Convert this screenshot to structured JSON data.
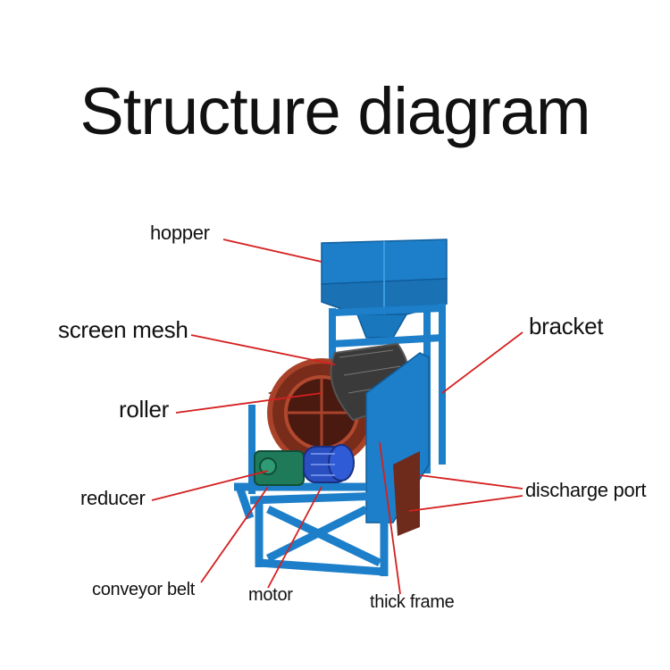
{
  "title": "Structure diagram",
  "labels": {
    "hopper": "hopper",
    "screen_mesh": "screen mesh",
    "roller": "roller",
    "reducer": "reducer",
    "conveyor_belt": "conveyor belt",
    "motor": "motor",
    "thick_frame": "thick frame",
    "bracket": "bracket",
    "discharge_port": "discharge port"
  },
  "colors": {
    "frame_blue": "#1d7fc9",
    "drum_red": "#8a2a1a",
    "leader_line": "#d42020",
    "motor_blue": "#2a4fc0",
    "reducer_green": "#1f7a5a"
  }
}
